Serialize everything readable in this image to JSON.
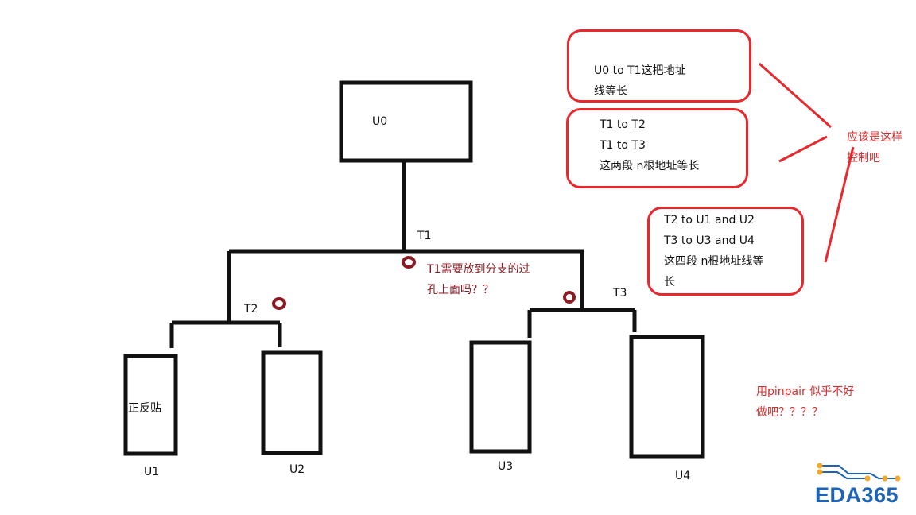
{
  "components": {
    "u0": "U0",
    "u1": "U1",
    "u2": "U2",
    "u3": "U3",
    "u4": "U4",
    "u1_inner": "正反贴"
  },
  "nodes": {
    "t1": "T1",
    "t2": "T2",
    "t3": "T3"
  },
  "question_t1": [
    "T1需要放到分支的过",
    "孔上面吗？？"
  ],
  "callouts": {
    "box1": [
      "U0   to   T1这把地址",
      "线等长"
    ],
    "box2": [
      "T1 to  T2",
      "T1  to  T3",
      "这两段 n根地址等长"
    ],
    "box3": [
      "T2   to   U1 and  U2",
      "T3   to   U3   and  U4",
      "这四段 n根地址线等",
      "长"
    ]
  },
  "side_note": [
    "应该是这样",
    "控制吧"
  ],
  "pinpair_note": [
    "用pinpair 似乎不好",
    "做吧？？？？"
  ],
  "logo": {
    "text": "EDA365",
    "color": "#1e63b5",
    "accent": "#f0a92a"
  },
  "colors": {
    "line": "#111111",
    "callout_red": "#e8282d",
    "via_red": "#8b1a22"
  }
}
